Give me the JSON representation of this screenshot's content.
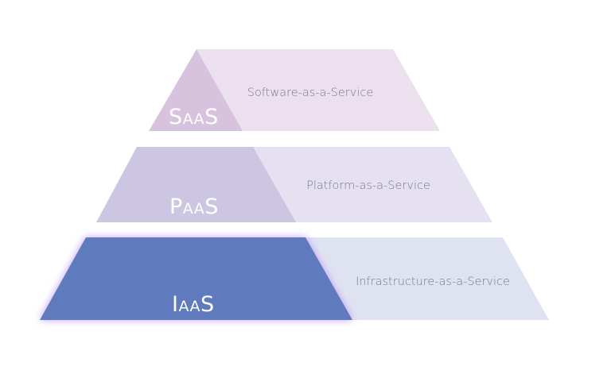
{
  "diagram": {
    "type": "service-model-pyramid",
    "layers": [
      {
        "id": "saas",
        "abbr_first": "S",
        "abbr_middle": "AA",
        "abbr_last": "S",
        "abbr": "SaaS",
        "description": "Software-as-a-Service",
        "dark_color": "#d8c3df",
        "light_color": "#ece0ef",
        "highlighted": false
      },
      {
        "id": "paas",
        "abbr_first": "P",
        "abbr_middle": "AA",
        "abbr_last": "S",
        "abbr": "PaaS",
        "description": "Platform-as-a-Service",
        "dark_color": "#cdc6e2",
        "light_color": "#e6e1f1",
        "highlighted": false
      },
      {
        "id": "iaas",
        "abbr_first": "I",
        "abbr_middle": "AA",
        "abbr_last": "S",
        "abbr": "IaaS",
        "description": "Infrastructure-as-a-Service",
        "dark_color": "#5e7abd",
        "light_color": "#dfe3f1",
        "highlighted": true,
        "glow_color": "#b88cf5"
      }
    ]
  }
}
